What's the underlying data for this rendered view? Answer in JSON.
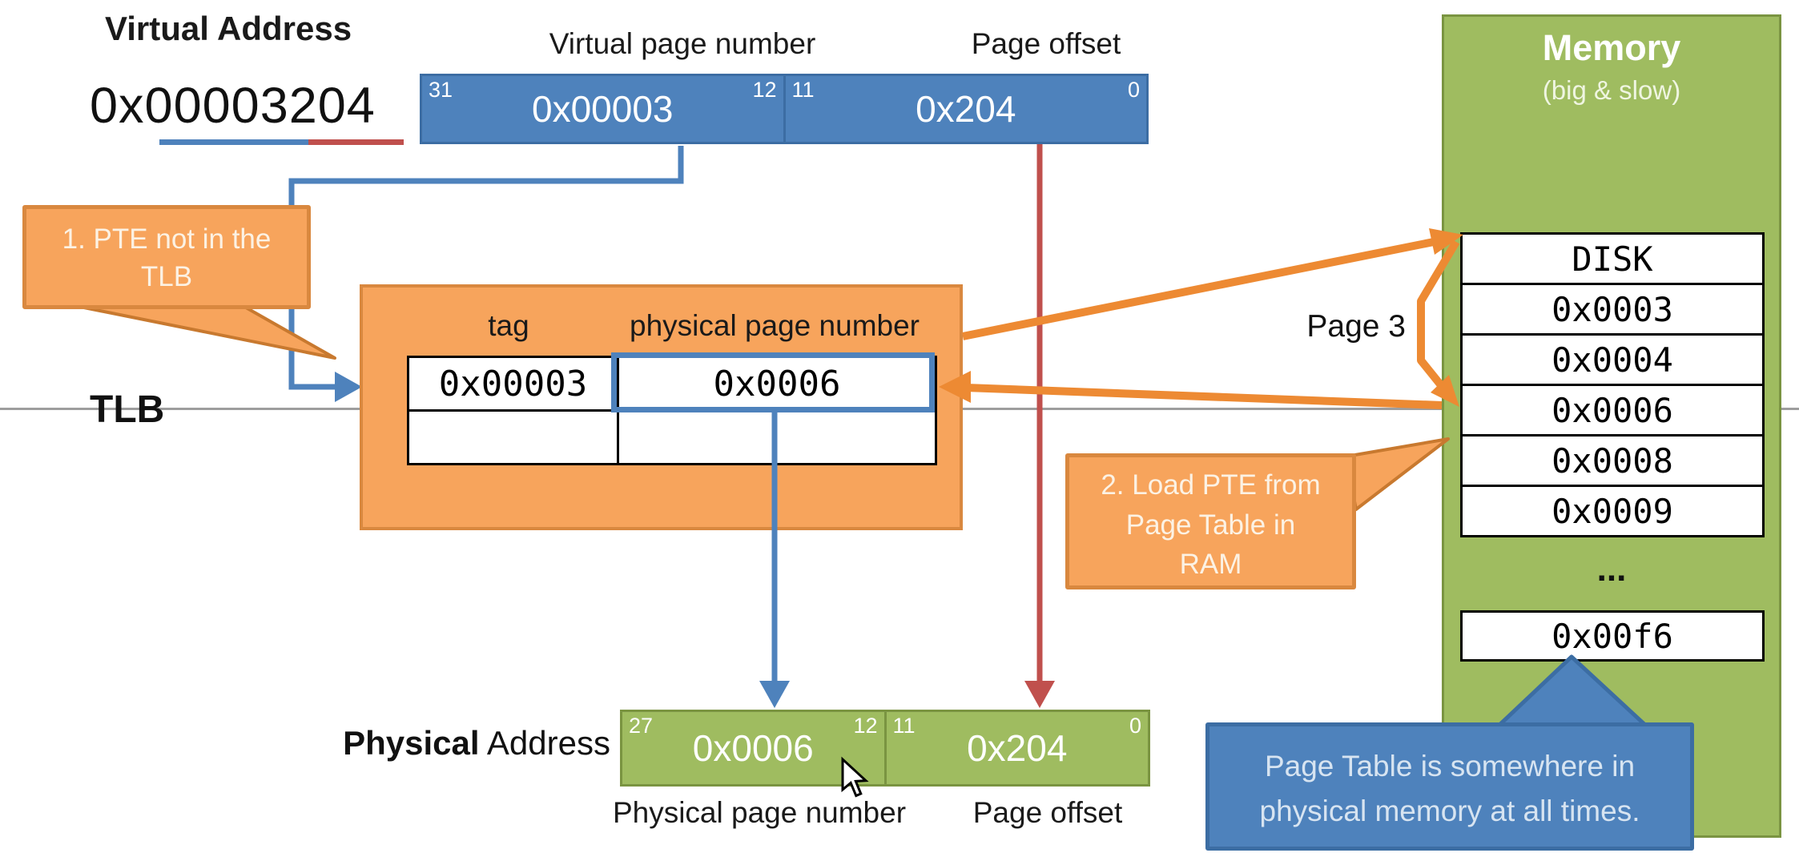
{
  "virtual_address": {
    "title": "Virtual Address",
    "value": "0x00003204",
    "vpn_label": "Virtual page number",
    "offset_label": "Page offset",
    "bits": [
      "31",
      "12",
      "11",
      "0"
    ],
    "vpn_value": "0x00003",
    "offset_value": "0x204"
  },
  "tlb": {
    "label": "TLB",
    "col1": "tag",
    "col2": "physical page number",
    "rows": [
      {
        "tag": "0x00003",
        "ppn": "0x0006"
      },
      {
        "tag": "",
        "ppn": ""
      }
    ]
  },
  "memory": {
    "title": "Memory",
    "subtitle": "(big & slow)",
    "rows": [
      "DISK",
      "0x0003",
      "0x0004",
      "0x0006",
      "0x0008",
      "0x0009"
    ],
    "ellipsis": "...",
    "last_row": "0x00f6",
    "page_label": "Page 3"
  },
  "callouts": {
    "step1": {
      "lines": [
        "1. PTE not in the",
        "TLB"
      ]
    },
    "step2": {
      "lines": [
        "2. Load PTE from",
        "Page Table in",
        "RAM"
      ]
    },
    "note": {
      "lines": [
        "Page Table is somewhere in",
        "physical memory at all times."
      ]
    }
  },
  "physical_address": {
    "label_bold": "Physical",
    "label_rest": " Address",
    "bits": [
      "27",
      "12",
      "11",
      "0"
    ],
    "ppn_value": "0x0006",
    "offset_value": "0x204",
    "ppn_label": "Physical page number",
    "offset_label": "Page offset"
  },
  "colors": {
    "blue": "#4E82BC",
    "blue-dark": "#3C6DA3",
    "red": "#C0504D",
    "orange": "#F7A45C",
    "orange-border": "#D9883F",
    "orange-arrow": "#ED8A33",
    "green": "#9FBC60",
    "green-border": "#7A9441",
    "gray-line": "#9D9D9D",
    "callout-text": "#FCF2E4",
    "blue-callout-text": "#D7E4F1"
  }
}
